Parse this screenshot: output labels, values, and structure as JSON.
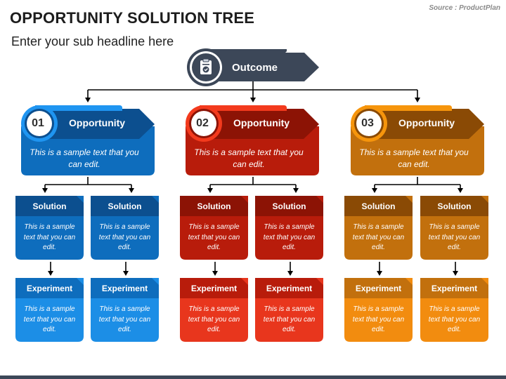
{
  "header": {
    "title": "OPPORTUNITY SOLUTION TREE",
    "subtitle": "Enter your sub headline here",
    "source": "Source : ProductPlan"
  },
  "outcome": {
    "label": "Outcome",
    "icon": "clipboard-icon",
    "color": "#3c4758"
  },
  "branches": [
    {
      "number": "01",
      "label": "Opportunity",
      "text": "This is a sample text that you can edit.",
      "colors": {
        "dark": "#0c4f8f",
        "mid": "#0e6dbd",
        "light": "#1c8ee6",
        "accent": "#1f95f1"
      },
      "solutions": [
        {
          "label": "Solution",
          "text": "This is a sample text that you can edit."
        },
        {
          "label": "Solution",
          "text": "This is a sample text that you can edit."
        }
      ],
      "experiments": [
        {
          "label": "Experiment",
          "text": "This is a sample text that you can edit."
        },
        {
          "label": "Experiment",
          "text": "This is a sample text that you can edit."
        }
      ]
    },
    {
      "number": "02",
      "label": "Opportunity",
      "text": "This is a sample text that you can edit.",
      "colors": {
        "dark": "#8c1305",
        "mid": "#b81c0b",
        "light": "#e8361d",
        "accent": "#f33a1d"
      },
      "solutions": [
        {
          "label": "Solution",
          "text": "This is a sample text that you can edit."
        },
        {
          "label": "Solution",
          "text": "This is a sample text that you can edit."
        }
      ],
      "experiments": [
        {
          "label": "Experiment",
          "text": "This is a sample text that you can edit."
        },
        {
          "label": "Experiment",
          "text": "This is a sample text that you can edit."
        }
      ]
    },
    {
      "number": "03",
      "label": "Opportunity",
      "text": "This is a sample text that you can edit.",
      "colors": {
        "dark": "#8a4a05",
        "mid": "#c2700d",
        "light": "#f28c0f",
        "accent": "#f6950c"
      },
      "solutions": [
        {
          "label": "Solution",
          "text": "This is a sample text that you can edit."
        },
        {
          "label": "Solution",
          "text": "This is a sample text that you can edit."
        }
      ],
      "experiments": [
        {
          "label": "Experiment",
          "text": "This is a sample text that you can edit."
        },
        {
          "label": "Experiment",
          "text": "This is a sample text that you can edit."
        }
      ]
    }
  ]
}
